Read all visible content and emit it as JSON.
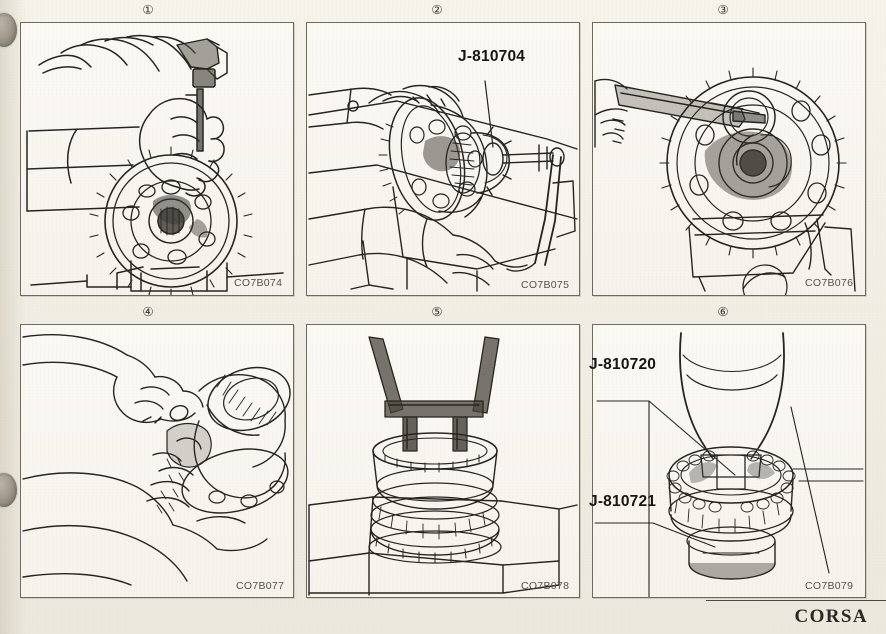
{
  "document": {
    "type": "service-manual-illustration-page",
    "footer_text": "CORSA",
    "paper_artifacts": [
      "punch-hole-top",
      "punch-hole-middle"
    ]
  },
  "panels": [
    {
      "number": "①",
      "number_plain": "1",
      "figure_code": "CO7B074",
      "callouts": [],
      "caption": "Hand holding punch/chisel against ring gear bolt on differential case held in vise",
      "subject": "ring-gear-punch"
    },
    {
      "number": "②",
      "number_plain": "2",
      "figure_code": "CO7B075",
      "callouts": [
        "J-810704"
      ],
      "caption": "Differential case clamped in vise with special tool J-810704 and wrench",
      "subject": "differential-case-tool"
    },
    {
      "number": "③",
      "number_plain": "3",
      "figure_code": "CO7B076",
      "callouts": [],
      "caption": "Ring gear and differential case with wrench engaging bolt",
      "subject": "ring-gear-wrench"
    },
    {
      "number": "④",
      "number_plain": "4",
      "figure_code": "CO7B077",
      "callouts": [],
      "caption": "Hands removing tapered roller bearing from differential case flange",
      "subject": "bearing-removal-by-hand"
    },
    {
      "number": "⑤",
      "number_plain": "5",
      "figure_code": "CO7B078",
      "callouts": [],
      "caption": "Press plate tool supporting bearing assembly on press table block",
      "subject": "press-plate-bearing"
    },
    {
      "number": "⑥",
      "number_plain": "6",
      "figure_code": "CO7B079",
      "callouts": [
        "J-810720",
        "J-810721"
      ],
      "caption": "Press ram installing bearing using tools J-810720 and J-810721",
      "subject": "press-install-bearing"
    }
  ],
  "colors": {
    "paper": "#f3f0e9",
    "ink": "#26241f",
    "frame": "#6f6a60",
    "code_text": "#55514a",
    "label_text": "#16150f"
  }
}
